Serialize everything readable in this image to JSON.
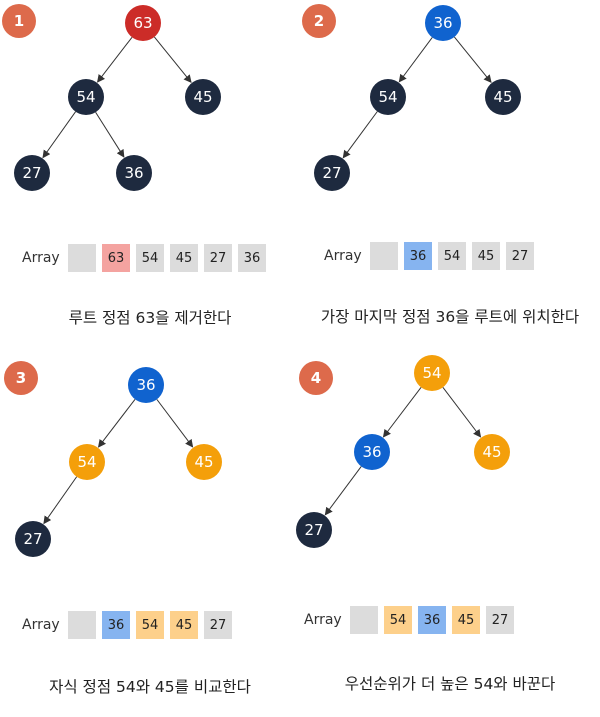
{
  "colors": {
    "badge": "#dd6a4b",
    "node_dark": "#1e2a3f",
    "node_removed": "#cc2c28",
    "node_moved": "#1063cf",
    "node_compared": "#f49f0a",
    "cell_default": "#dcdcdc",
    "cell_removed": "#f4a3a0",
    "cell_moved": "#86b4f0",
    "cell_compared": "#fdd08b"
  },
  "steps": [
    {
      "number": "1",
      "nodes": [
        {
          "label": "63",
          "color": "red"
        },
        {
          "label": "54",
          "color": "dark"
        },
        {
          "label": "45",
          "color": "dark"
        },
        {
          "label": "27",
          "color": "dark"
        },
        {
          "label": "36",
          "color": "dark"
        }
      ],
      "edges": [
        [
          0,
          1
        ],
        [
          0,
          2
        ],
        [
          1,
          3
        ],
        [
          1,
          4
        ]
      ],
      "array_label": "Array",
      "array": [
        {
          "value": "",
          "style": "default"
        },
        {
          "value": "63",
          "style": "removed"
        },
        {
          "value": "54",
          "style": "default"
        },
        {
          "value": "45",
          "style": "default"
        },
        {
          "value": "27",
          "style": "default"
        },
        {
          "value": "36",
          "style": "default"
        }
      ],
      "caption": "루트 정점 63을 제거한다"
    },
    {
      "number": "2",
      "nodes": [
        {
          "label": "36",
          "color": "blue"
        },
        {
          "label": "54",
          "color": "dark"
        },
        {
          "label": "45",
          "color": "dark"
        },
        {
          "label": "27",
          "color": "dark"
        }
      ],
      "edges": [
        [
          0,
          1
        ],
        [
          0,
          2
        ],
        [
          1,
          3
        ]
      ],
      "array_label": "Array",
      "array": [
        {
          "value": "",
          "style": "default"
        },
        {
          "value": "36",
          "style": "blue"
        },
        {
          "value": "54",
          "style": "default"
        },
        {
          "value": "45",
          "style": "default"
        },
        {
          "value": "27",
          "style": "default"
        }
      ],
      "caption": "가장 마지막 정점 36을 루트에 위치한다"
    },
    {
      "number": "3",
      "nodes": [
        {
          "label": "36",
          "color": "blue"
        },
        {
          "label": "54",
          "color": "orange"
        },
        {
          "label": "45",
          "color": "orange"
        },
        {
          "label": "27",
          "color": "dark"
        }
      ],
      "edges": [
        [
          0,
          1
        ],
        [
          0,
          2
        ],
        [
          1,
          3
        ]
      ],
      "array_label": "Array",
      "array": [
        {
          "value": "",
          "style": "default"
        },
        {
          "value": "36",
          "style": "blue"
        },
        {
          "value": "54",
          "style": "orange"
        },
        {
          "value": "45",
          "style": "orange"
        },
        {
          "value": "27",
          "style": "default"
        }
      ],
      "caption": "자식 정점 54와 45를 비교한다"
    },
    {
      "number": "4",
      "nodes": [
        {
          "label": "54",
          "color": "orange"
        },
        {
          "label": "36",
          "color": "blue"
        },
        {
          "label": "45",
          "color": "orange"
        },
        {
          "label": "27",
          "color": "dark"
        }
      ],
      "edges": [
        [
          0,
          1
        ],
        [
          0,
          2
        ],
        [
          1,
          3
        ]
      ],
      "array_label": "Array",
      "array": [
        {
          "value": "",
          "style": "default"
        },
        {
          "value": "54",
          "style": "orange"
        },
        {
          "value": "36",
          "style": "blue"
        },
        {
          "value": "45",
          "style": "orange"
        },
        {
          "value": "27",
          "style": "default"
        }
      ],
      "caption": "우선순위가 더 높은 54와 바꾼다"
    }
  ]
}
